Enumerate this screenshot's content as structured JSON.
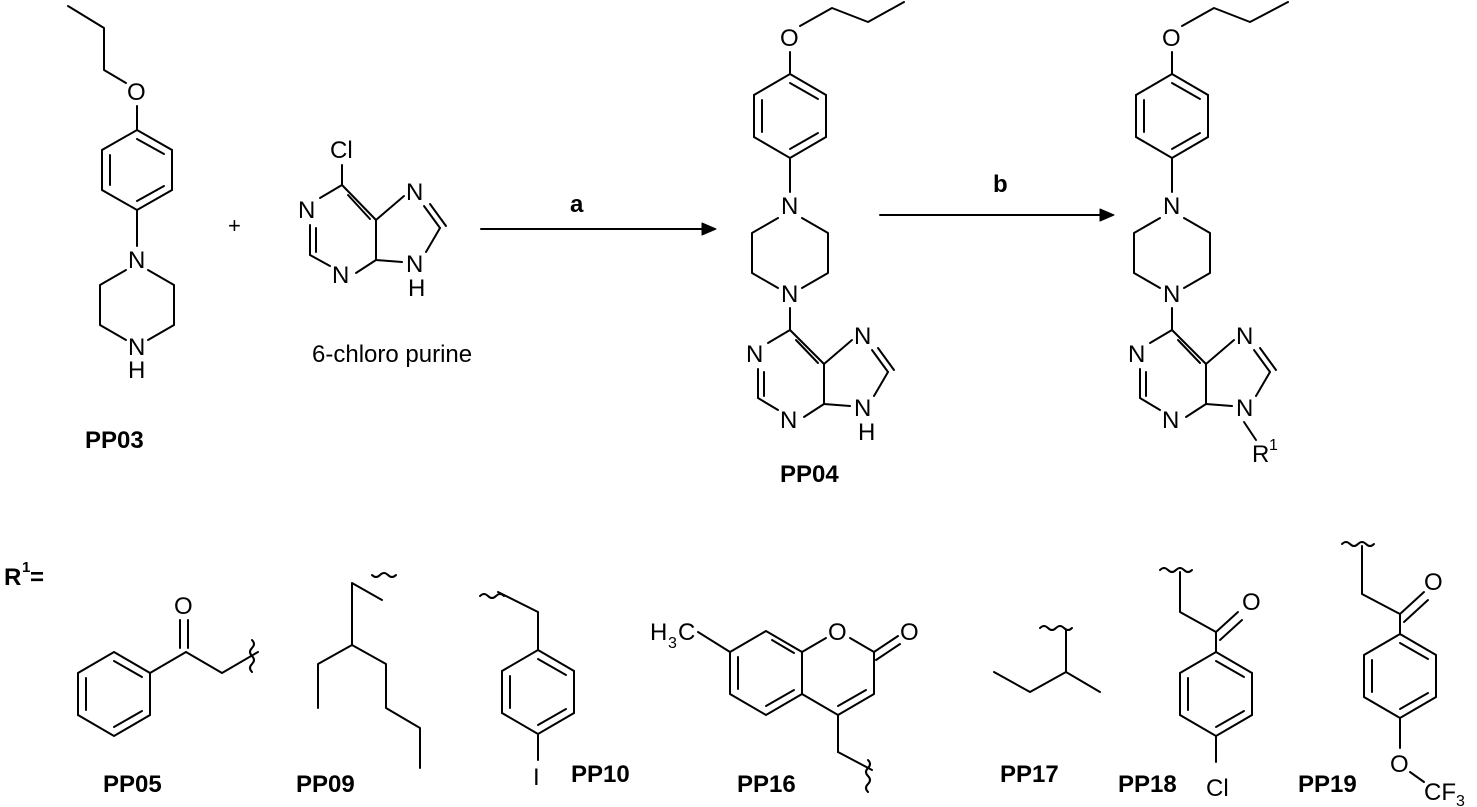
{
  "compounds": {
    "pp03": "PP03",
    "pp04": "PP04",
    "chloropurine_name": "6-chloro purine"
  },
  "reagents": {
    "plus": "+",
    "step_a": "a",
    "step_b": "b"
  },
  "r_group": {
    "label_r": "R",
    "label_sup": "1",
    "label_eq": " =",
    "products": [
      "PP05",
      "PP09",
      "PP10",
      "PP16",
      "PP17",
      "PP18",
      "PP19"
    ]
  },
  "atoms": {
    "o": "O",
    "n": "N",
    "h": "H",
    "nh": "N",
    "cl": "Cl",
    "i": "I",
    "r": "R",
    "r_sup": "1",
    "h3c": "H",
    "h3c_sub": "3",
    "h3c_c": "C",
    "cf3_c": "CF",
    "cf3_sub": "3"
  }
}
